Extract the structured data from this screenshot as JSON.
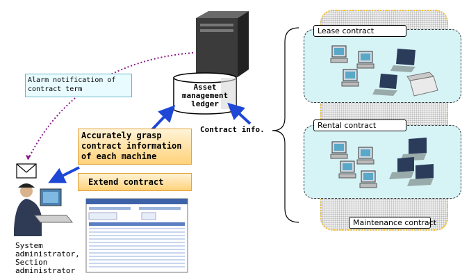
{
  "alarm": {
    "text": "Alarm notification of\ncontract term"
  },
  "ledger": {
    "label": "Asset\nmanagement\nledger"
  },
  "contract_info": {
    "label": "Contract info."
  },
  "grasp": {
    "text": "Accurately grasp\ncontract information\nof each machine"
  },
  "extend": {
    "text": "Extend contract"
  },
  "admin": {
    "text": "System\nadministrator,\nSection\nadministrator"
  },
  "groups": {
    "lease": {
      "label": "Lease contract"
    },
    "rental": {
      "label": "Rental contract"
    },
    "maintenance": {
      "label": "Maintenance contract"
    }
  },
  "colors": {
    "arrow": "#1e47d6",
    "dotted": "#8b1a8b",
    "group_fill": "#d6f3f6",
    "maintenance_fill": "#d9d9d9",
    "maintenance_border": "#f0c030",
    "orange": "#ffd27a"
  }
}
